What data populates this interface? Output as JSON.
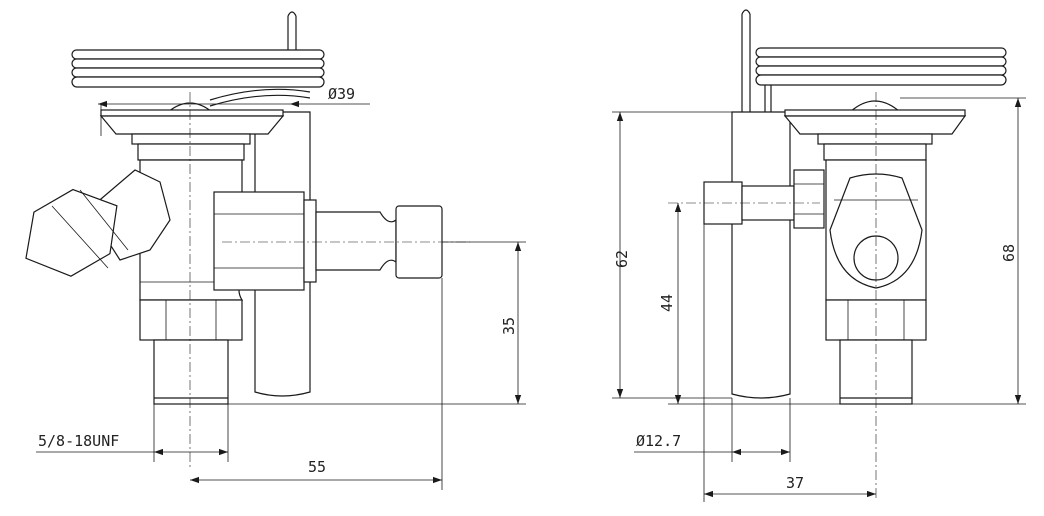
{
  "drawing": {
    "front_view": {
      "diameter_top": "Ø39",
      "thread_spec": "5/8-18UNF",
      "dim_width": "55",
      "dim_height": "35"
    },
    "side_view": {
      "dim_total_height": "62",
      "dim_inlet_height": "44",
      "dim_overall_height": "68",
      "diameter_tube": "Ø12.7",
      "dim_width": "37"
    },
    "colors": {
      "line": "#1a1a1a",
      "background": "#ffffff"
    }
  }
}
